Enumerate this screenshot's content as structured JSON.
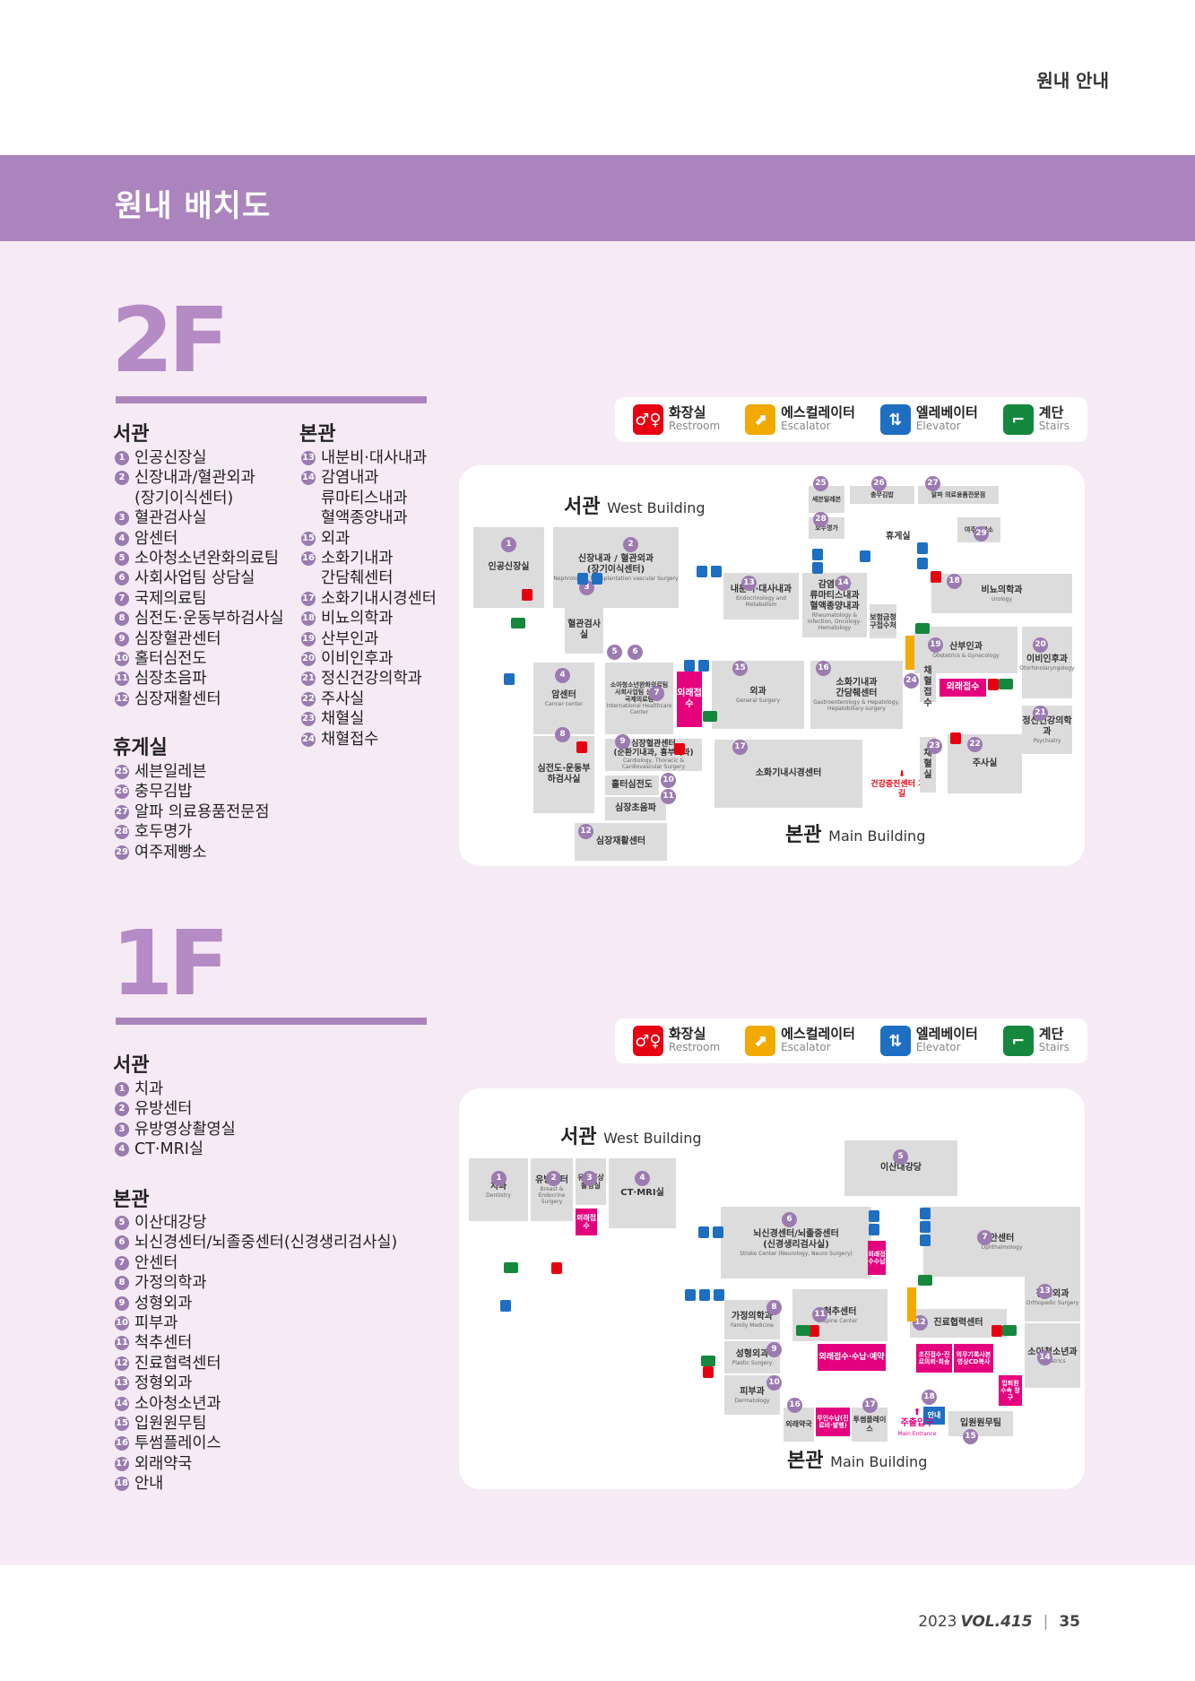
{
  "header": {
    "title": "원내 안내"
  },
  "banner": {
    "title": "원내 배치도"
  },
  "legend": {
    "restroom_ko": "화장실",
    "restroom_en": "Restroom",
    "escalator_ko": "에스컬레이터",
    "escalator_en": "Escalator",
    "elevator_ko": "엘레베이터",
    "elevator_en": "Elevator",
    "stairs_ko": "계단",
    "stairs_en": "Stairs",
    "colors": {
      "restroom": "#e60012",
      "escalator": "#f2a900",
      "elevator": "#1e6fc2",
      "stairs": "#15883e",
      "accent": "#ab84bd"
    },
    "icons": {
      "restroom": "restroom-icon",
      "escalator": "escalator-icon",
      "elevator": "elevator-icon",
      "stairs": "stairs-icon"
    }
  },
  "floor2": {
    "label": "2F",
    "west": {
      "title": "서관",
      "items": [
        {
          "n": "1",
          "t": "인공신장실"
        },
        {
          "n": "2",
          "t": "신장내과/혈관외과"
        },
        {
          "n": "",
          "t": "(장기이식센터)"
        },
        {
          "n": "3",
          "t": "혈관검사실"
        },
        {
          "n": "4",
          "t": "암센터"
        },
        {
          "n": "5",
          "t": "소아청소년완화의료팀"
        },
        {
          "n": "6",
          "t": "사회사업팀 상담실"
        },
        {
          "n": "7",
          "t": "국제의료팀"
        },
        {
          "n": "8",
          "t": "심전도·운동부하검사실"
        },
        {
          "n": "9",
          "t": "심장혈관센터"
        },
        {
          "n": "10",
          "t": "홀터심전도"
        },
        {
          "n": "11",
          "t": "심장초음파"
        },
        {
          "n": "12",
          "t": "심장재활센터"
        }
      ]
    },
    "main": {
      "title": "본관",
      "items": [
        {
          "n": "13",
          "t": "내분비·대사내과"
        },
        {
          "n": "14",
          "t": "감염내과"
        },
        {
          "n": "",
          "t": "류마티스내과"
        },
        {
          "n": "",
          "t": "혈액종양내과"
        },
        {
          "n": "15",
          "t": "외과"
        },
        {
          "n": "16",
          "t": "소화기내과"
        },
        {
          "n": "",
          "t": "간담췌센터"
        },
        {
          "n": "17",
          "t": "소화기내시경센터"
        },
        {
          "n": "18",
          "t": "비뇨의학과"
        },
        {
          "n": "19",
          "t": "산부인과"
        },
        {
          "n": "20",
          "t": "이비인후과"
        },
        {
          "n": "21",
          "t": "정신건강의학과"
        },
        {
          "n": "22",
          "t": "주사실"
        },
        {
          "n": "23",
          "t": "채혈실"
        },
        {
          "n": "24",
          "t": "채혈접수"
        }
      ]
    },
    "lounge": {
      "title": "휴게실",
      "items": [
        {
          "n": "25",
          "t": "세븐일레븐"
        },
        {
          "n": "26",
          "t": "충무김밥"
        },
        {
          "n": "27",
          "t": "알파 의료용품전문점"
        },
        {
          "n": "28",
          "t": "호두명가"
        },
        {
          "n": "29",
          "t": "여주제빵소"
        }
      ]
    },
    "map": {
      "west_ko": "서관",
      "west_en": "West Building",
      "main_ko": "본관",
      "main_en": "Main Building",
      "rooms": {
        "r1": "인공신장실",
        "r2": "신장내과 / 혈관외과",
        "r2b": "(장기이식센터)",
        "r2en": "Nephrology / Transplantation vascular Surgery",
        "r3": "혈관검사실",
        "r4": "암센터",
        "r4en": "Cancer center",
        "r5": "소아청소년완화의료팀",
        "r6": "사회사업팀 상담실",
        "r7": "국제의료팀",
        "r7en": "International Healthcare Center",
        "outpatient": "외래접수",
        "r8": "심전도·운동부하검사실",
        "r9": "심장혈관센터",
        "r9b": "(순환기내과, 흉부외과)",
        "r9en": "Cardiology, Thoracic & Cardiovascular Surgery",
        "r10": "홀터심전도",
        "r11": "심장초음파",
        "r12": "심장재활센터",
        "r13": "내분비·대사내과",
        "r13en": "Endocrinology and Metabolism",
        "r14": "감염내과",
        "r14b": "류마티스내과",
        "r14c": "혈액종양내과",
        "r14en": "Rheumatology & Infection, Oncology-Hematology",
        "insurance": "보험금청구접수처",
        "r15": "외과",
        "r15en": "General Surgery",
        "r16": "소화기내과",
        "r16b": "간담췌센터",
        "r16en": "Gastroenterology & Hepatology, Hepatobiliary surgery",
        "r17": "소화기내시경센터",
        "r18": "비뇨의학과",
        "r18en": "Urology",
        "r19": "산부인과",
        "r19en": "Obstetrics & Gynecology",
        "r20": "이비인후과",
        "r20en": "Otorhinolaryngology",
        "r21": "정신건강의학과",
        "r21en": "Psychiatry",
        "r22": "주사실",
        "r23": "채혈실",
        "r24": "채혈접수",
        "r24b": "외래접수",
        "r25": "세븐일레븐",
        "r26": "충무김밥",
        "r27": "알파 의료용품전문점",
        "r28": "호두명가",
        "r29": "여주제빵소",
        "lounge": "휴게실",
        "health": "건강증진센터 가는 길"
      }
    }
  },
  "floor1": {
    "label": "1F",
    "west": {
      "title": "서관",
      "items": [
        {
          "n": "1",
          "t": "치과"
        },
        {
          "n": "2",
          "t": "유방센터"
        },
        {
          "n": "3",
          "t": "유방영상촬영실"
        },
        {
          "n": "4",
          "t": "CT·MRI실"
        }
      ]
    },
    "main": {
      "title": "본관",
      "items": [
        {
          "n": "5",
          "t": "이산대강당"
        },
        {
          "n": "6",
          "t": "뇌신경센터/뇌졸중센터(신경생리검사실)"
        },
        {
          "n": "7",
          "t": "안센터"
        },
        {
          "n": "8",
          "t": "가정의학과"
        },
        {
          "n": "9",
          "t": "성형외과"
        },
        {
          "n": "10",
          "t": "피부과"
        },
        {
          "n": "11",
          "t": "척추센터"
        },
        {
          "n": "12",
          "t": "진료협력센터"
        },
        {
          "n": "13",
          "t": "정형외과"
        },
        {
          "n": "14",
          "t": "소아청소년과"
        },
        {
          "n": "15",
          "t": "입원원무팀"
        },
        {
          "n": "16",
          "t": "투썸플레이스"
        },
        {
          "n": "17",
          "t": "외래약국"
        },
        {
          "n": "18",
          "t": "안내"
        }
      ]
    },
    "map": {
      "west_ko": "서관",
      "west_en": "West Building",
      "main_ko": "본관",
      "main_en": "Main Building",
      "rooms": {
        "r1": "치과",
        "r1en": "Dentistry",
        "r2": "유방센터",
        "r2en": "Breast & Endocrine Surgery",
        "r3": "유방영상촬영실",
        "r3b": "외래접수",
        "r4": "CT·MRI실",
        "r5": "이산대강당",
        "r6": "뇌신경센터/뇌졸중센터",
        "r6b": "(신경생리검사실)",
        "r6en": "Stroke Center (Neurology, Neuro Surgery)",
        "r6c": "외래접수수납",
        "r7": "안센터",
        "r7en": "Ophthalmology",
        "r8": "가정의학과",
        "r8en": "Family Medicine",
        "r9": "성형외과",
        "r9en": "Plastic Surgery",
        "r10": "피부과",
        "r10en": "Dermatology",
        "r11": "척추센터",
        "r11en": "Spine Center",
        "r11b": "외래접수·수납·예약",
        "r12": "진료협력센터",
        "r12b": "초진접수·진료의뢰·회송",
        "r12c": "의무기록사본 영상CD복사",
        "r12d": "입퇴원 수속 창구",
        "r13": "정형외과",
        "r13en": "Orthopedic Surgery",
        "r14": "소아청소년과",
        "r14en": "Pediatrics",
        "r15": "입원원무팀",
        "r16": "외래약국",
        "r16b": "무인수납(진료비·발행)",
        "r17": "투썸플레이스",
        "r18": "안내",
        "entrance": "주출입구",
        "entrance_en": "Main Entrance"
      }
    }
  },
  "footer": {
    "year": "2023",
    "vol": "VOL.415",
    "page": "35"
  }
}
